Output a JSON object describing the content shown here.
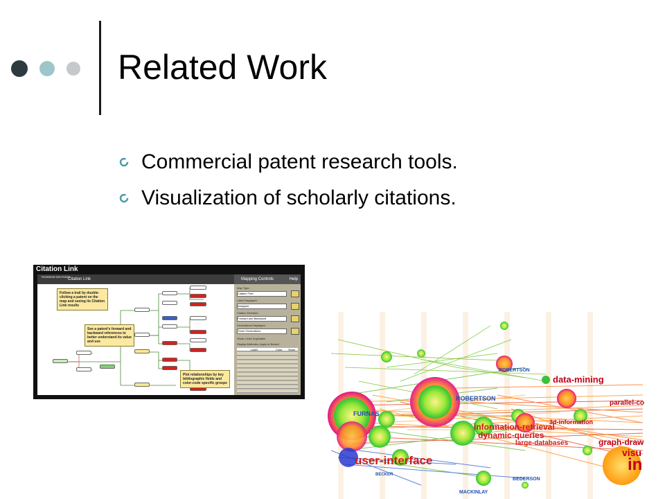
{
  "slide": {
    "title": "Related Work",
    "bullets": [
      {
        "text": "Commercial patent research tools."
      },
      {
        "text": "Visualization of scholarly citations."
      }
    ],
    "colors": {
      "dot_dark": "#2d3a3f",
      "dot_teal": "#9cc6c9",
      "dot_light": "#c6c9cb",
      "bullet_ring": "#4a9aa8"
    }
  },
  "citation_link": {
    "window_title": "Citation Link",
    "header_title": "Citation Link",
    "logo": "THOMSON DELPHION",
    "panel_title": "Mapping Controls",
    "help": "Help",
    "map_type_label": "Map Type:",
    "map_type_value": "Citation Tree",
    "label_displayed_label": "Label Displayed:",
    "label_displayed_value": "Assignee",
    "citation_direction_label": "Citation Direction:",
    "citation_direction_value": "Forward and Backward",
    "generations_label": "Generations Displayed:",
    "generations_value": "Three Generations",
    "show_label": "Show:",
    "links": "Links",
    "duplicates": "Duplicates",
    "display_attributes": "Display Attributes:",
    "apply_to_branch": "Apply to Branch",
    "table_headers": [
      "Label",
      "Color",
      "Show"
    ],
    "callouts": [
      "Follow a trail by double-clicking a patent on the map and seeing its Citation Link results",
      "See a patent's forward and backward references to better understand its value and use",
      "Plot relationships by key bibliographic fields and color-code specific groups"
    ]
  },
  "citation_viz": {
    "labels": [
      {
        "text": "data-mining",
        "color": "#c0001a"
      },
      {
        "text": "parallel-co",
        "color": "#c0001a"
      },
      {
        "text": "3d-information",
        "color": "#c0001a"
      },
      {
        "text": "information-retrieval",
        "color": "#d21a1a"
      },
      {
        "text": "dynamic-queries",
        "color": "#d21a1a"
      },
      {
        "text": "large-databases",
        "color": "#d21a1a"
      },
      {
        "text": "graph-draw",
        "color": "#c0001a"
      },
      {
        "text": "visu",
        "color": "#c0001a"
      },
      {
        "text": "in",
        "color": "#c0001a"
      },
      {
        "text": "user-interface",
        "color": "#d21a1a"
      },
      {
        "text": "ROBERTSON",
        "color": "#2050b0"
      },
      {
        "text": "ROBERTSON",
        "color": "#2050b0"
      },
      {
        "text": "FURNAS",
        "color": "#2050b0"
      },
      {
        "text": "MACKINLAY",
        "color": "#2050b0"
      },
      {
        "text": "BEDERSON",
        "color": "#2050b0"
      },
      {
        "text": "BECKER",
        "color": "#2050b0"
      }
    ]
  }
}
